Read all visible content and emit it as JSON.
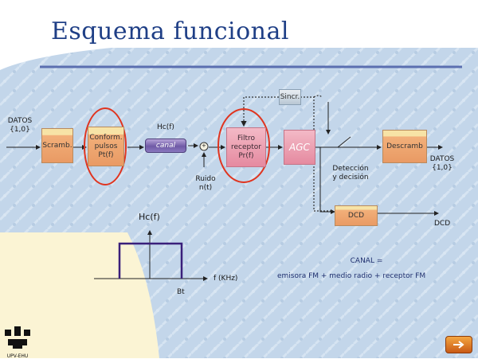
{
  "slide": {
    "title": "Esquema funcional",
    "datos_in": [
      "DATOS",
      "{1,0}"
    ],
    "blocks": {
      "scramb": "Scramb.",
      "conform": [
        "Conform.",
        "pulsos",
        "Pt(f)"
      ],
      "canal_top": "Hc(f)",
      "canal": "canal",
      "filtro": [
        "Filtro",
        "receptor",
        "Pr(f)"
      ],
      "agc": "AGC",
      "sincr": "Sincr.",
      "descramb": "Descramb",
      "dcd": "DCD"
    },
    "sum_sign": "+",
    "ruido": [
      "Ruido",
      "n(t)"
    ],
    "deteccion": [
      "Detección",
      "y decisión"
    ],
    "datos_out": [
      "DATOS",
      "{1,0}"
    ],
    "dcd_out": "DCD",
    "graph": {
      "ylabel": "Hc(f)",
      "xlabel": "f (KHz)",
      "width_label": "Bt"
    },
    "canal_text": [
      "CANAL =",
      "emisora FM + medio radio + receptor FM"
    ],
    "logo_text": "UPV-EHU"
  },
  "colors": {
    "background": "#c7d8ea",
    "title": "#1f3f86",
    "rule": "#5b6fb0",
    "highlight_ellipse": "#e0341f",
    "blocks_orange": "#e99a64",
    "blocks_pink": "#e58aa0",
    "canal_purple": "#6f5aa6",
    "filter_line": "#3a1f7a"
  }
}
